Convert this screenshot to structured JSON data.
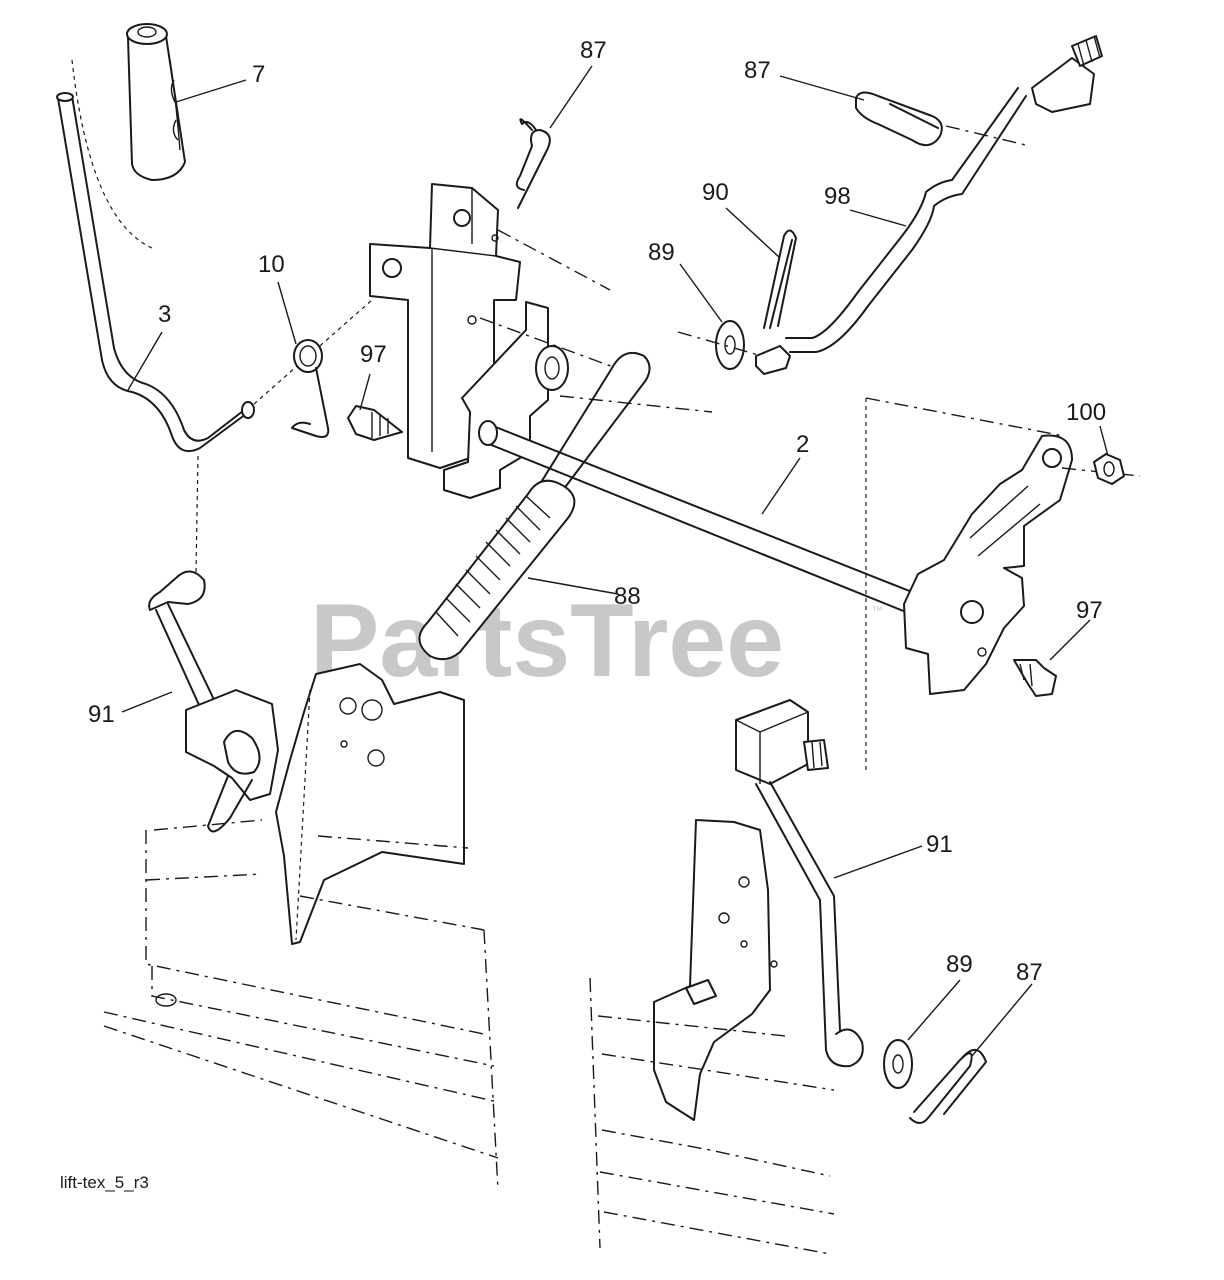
{
  "diagram_id": "lift-tex_5_r3",
  "watermark": "PartsTree",
  "watermark_tm": "™",
  "callouts": [
    "7",
    "87",
    "87",
    "3",
    "10",
    "97",
    "90",
    "89",
    "98",
    "100",
    "2",
    "88",
    "97",
    "91",
    "91",
    "89",
    "87"
  ],
  "colors": {
    "ink": "#1a1a1a",
    "watermark": "#c8c8c8",
    "background": "#ffffff"
  }
}
